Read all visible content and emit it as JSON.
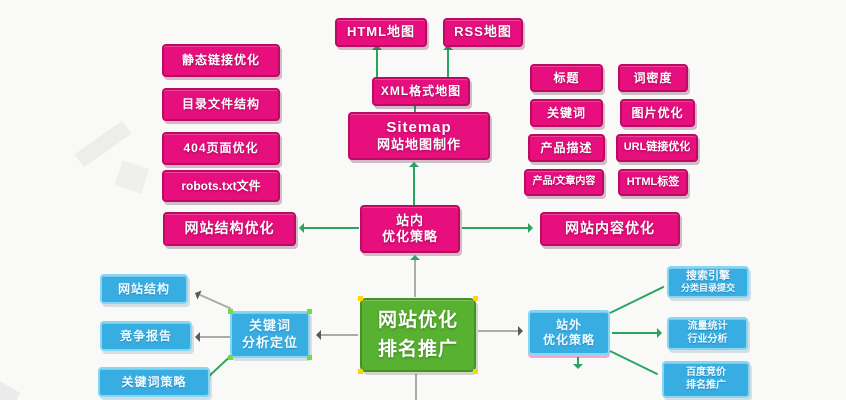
{
  "colors": {
    "node_pink": "#e60f7d",
    "node_blue": "#38ade2",
    "node_green": "#58b131",
    "line_green": "#2aa461",
    "line_gray": "#ababab"
  },
  "nodes": {
    "html_map": {
      "label": "HTML地图"
    },
    "rss_map": {
      "label": "RSS地图"
    },
    "xml_map": {
      "label": "XML格式地图"
    },
    "sitemap": {
      "line1": "Sitemap",
      "line2": "网站地图制作"
    },
    "static_link": {
      "label": "静态链接优化"
    },
    "dir_structure": {
      "label": "目录文件结构"
    },
    "page_404": {
      "label": "404页面优化"
    },
    "robots": {
      "label": "robots.txt文件"
    },
    "site_structure_opt": {
      "label": "网站结构优化"
    },
    "onsite_strategy": {
      "line1": "站内",
      "line2": "优化策略"
    },
    "site_content_opt": {
      "label": "网站内容优化"
    },
    "title_box": {
      "label": "标题"
    },
    "keyword_density": {
      "label": "词密度"
    },
    "keywords": {
      "label": "关键词"
    },
    "image_opt": {
      "label": "图片优化"
    },
    "product_desc": {
      "label": "产品描述"
    },
    "url_link_opt": {
      "label": "URL链接优化"
    },
    "product_article": {
      "label": "产品/文章内容"
    },
    "html_tags": {
      "label": "HTML标签"
    },
    "center": {
      "line1": "网站优化",
      "line2": "排名推广"
    },
    "keyword_analysis": {
      "line1": "关键词",
      "line2": "分析定位"
    },
    "website_structure": {
      "label": "网站结构"
    },
    "competition_report": {
      "label": "竞争报告"
    },
    "keyword_strategy": {
      "label": "关键词策略"
    },
    "offsite_strategy": {
      "line1": "站外",
      "line2": "优化策略"
    },
    "search_engine_submit": {
      "line1": "搜索引擎",
      "line2": "分类目录提交"
    },
    "traffic_stats": {
      "line1": "流量统计",
      "line2": "行业分析"
    },
    "baidu_bid": {
      "line1": "百度竞价",
      "line2": "排名推广"
    }
  }
}
